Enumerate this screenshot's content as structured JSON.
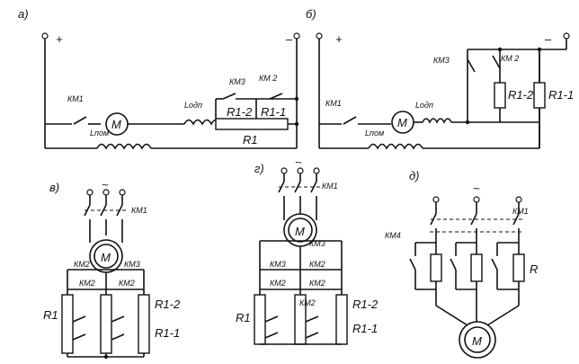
{
  "panels": {
    "a": {
      "label": "а)",
      "plus": "+",
      "minus": "–",
      "km1": "КМ1",
      "km2": "КМ 2",
      "km3": "КМ3",
      "motor": "М",
      "l_series": "Lодп",
      "l_shunt": "Lпом",
      "r1": "R1",
      "r1_2": "R1-2",
      "r1_1": "R1-1"
    },
    "b": {
      "label": "б)",
      "plus": "+",
      "minus": "–",
      "km1": "КМ1",
      "km2": "КМ 2",
      "km3": "КМ3",
      "motor": "М",
      "l_series": "Lодп",
      "l_shunt": "Lпом",
      "r1_2": "R1-2",
      "r1_1": "R1-1"
    },
    "v": {
      "label": "в)",
      "ac": "~",
      "km1": "КМ1",
      "km2": "КМ2",
      "km3": "КМ3",
      "motor": "М",
      "r1": "R1",
      "r1_2": "R1-2",
      "r1_1": "R1-1"
    },
    "g": {
      "label": "г)",
      "ac": "~",
      "km1": "КМ1",
      "km2": "КМ2",
      "km3": "КМ3",
      "motor": "М",
      "r1": "R1",
      "r1_2": "R1-2",
      "r1_1": "R1-1"
    },
    "d": {
      "label": "д)",
      "ac": "~",
      "km1": "КМ1",
      "km4": "КМ4",
      "motor": "М",
      "r": "R"
    }
  }
}
